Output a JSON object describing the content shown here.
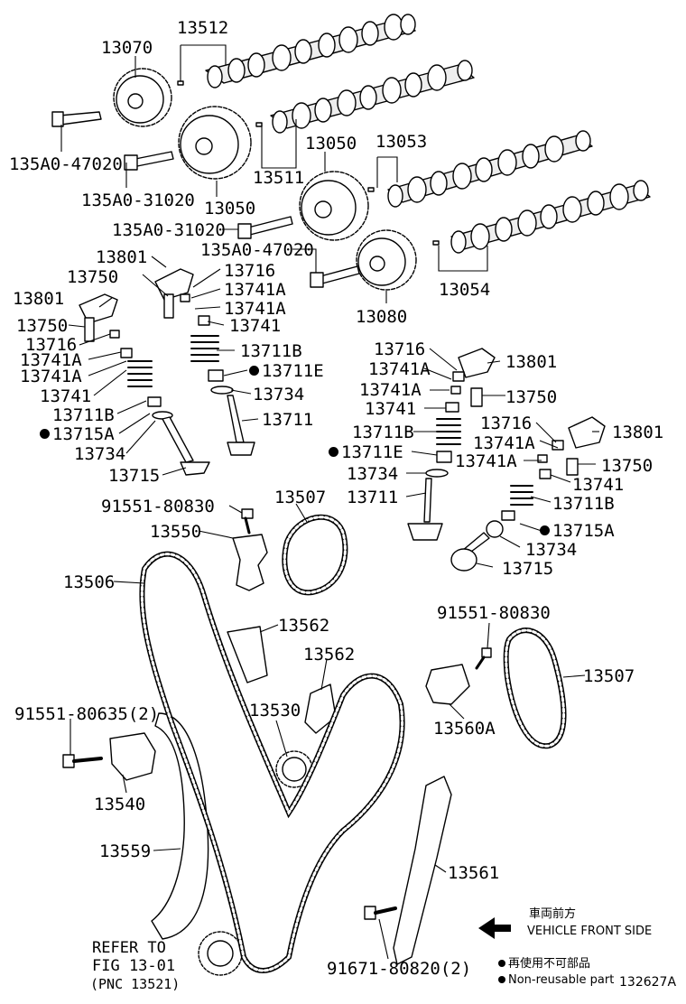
{
  "labels": {
    "p13070": "13070",
    "p13512": "13512",
    "p135a0_47020_a": "135A0-47020",
    "p135a0_31020_a": "135A0-31020",
    "p13050_a": "13050",
    "p13050_b": "13050",
    "p13053": "13053",
    "p13511": "13511",
    "p135a0_31020_b": "135A0-31020",
    "p135a0_47020_b": "135A0-47020",
    "p13054": "13054",
    "p13080": "13080",
    "p13801_a": "13801",
    "p13750_a": "13750",
    "p13716_a": "13716",
    "p13741a_a": "13741A",
    "p13741a_b": "13741A",
    "p13741_a": "13741",
    "p13711b_a": "13711B",
    "p13711e_a": "13711E",
    "p13734_a": "13734",
    "p13711_a": "13711",
    "p13801_b": "13801",
    "p13750_b": "13750",
    "p13716_b": "13716",
    "p13741a_c": "13741A",
    "p13741a_d": "13741A",
    "p13741_b": "13741",
    "p13711b_b": "13711B",
    "p13715a_a": "13715A",
    "p13734_b": "13734",
    "p13715_a": "13715",
    "p13716_c": "13716",
    "p13801_c": "13801",
    "p13741a_e": "13741A",
    "p13741a_f": "13741A",
    "p13750_c": "13750",
    "p13741_c": "13741",
    "p13711b_c": "13711B",
    "p13711e_b": "13711E",
    "p13734_c": "13734",
    "p13711_b": "13711",
    "p13716_d": "13716",
    "p13801_d": "13801",
    "p13741a_g": "13741A",
    "p13741a_h": "13741A",
    "p13750_d": "13750",
    "p13741_d": "13741",
    "p13711b_d": "13711B",
    "p13715a_b": "13715A",
    "p13734_d": "13734",
    "p13715_b": "13715",
    "p91551_80830_a": "91551-80830",
    "p13507_a": "13507",
    "p13550": "13550",
    "p13506": "13506",
    "p13562_a": "13562",
    "p13562_b": "13562",
    "p91551_80830_b": "91551-80830",
    "p13507_b": "13507",
    "p13530": "13530",
    "p13560a": "13560A",
    "p91551_80635": "91551-80635(2)",
    "p13540": "13540",
    "p13559": "13559",
    "p13561": "13561",
    "p91671_80820": "91671-80820(2)"
  },
  "reference": {
    "line1": "REFER TO",
    "line2": "FIG 13-01",
    "line3": "(PNC 13521)"
  },
  "legend": {
    "direction_jp": "車両前方",
    "direction_en": "VEHICLE FRONT SIDE",
    "nonreusable_jp": "再使用不可部品",
    "nonreusable_en": "Non-reusable part",
    "arrow_icon": "left-arrow-icon",
    "dot_icon": "filled-dot-icon"
  },
  "figure_id": "132627A"
}
